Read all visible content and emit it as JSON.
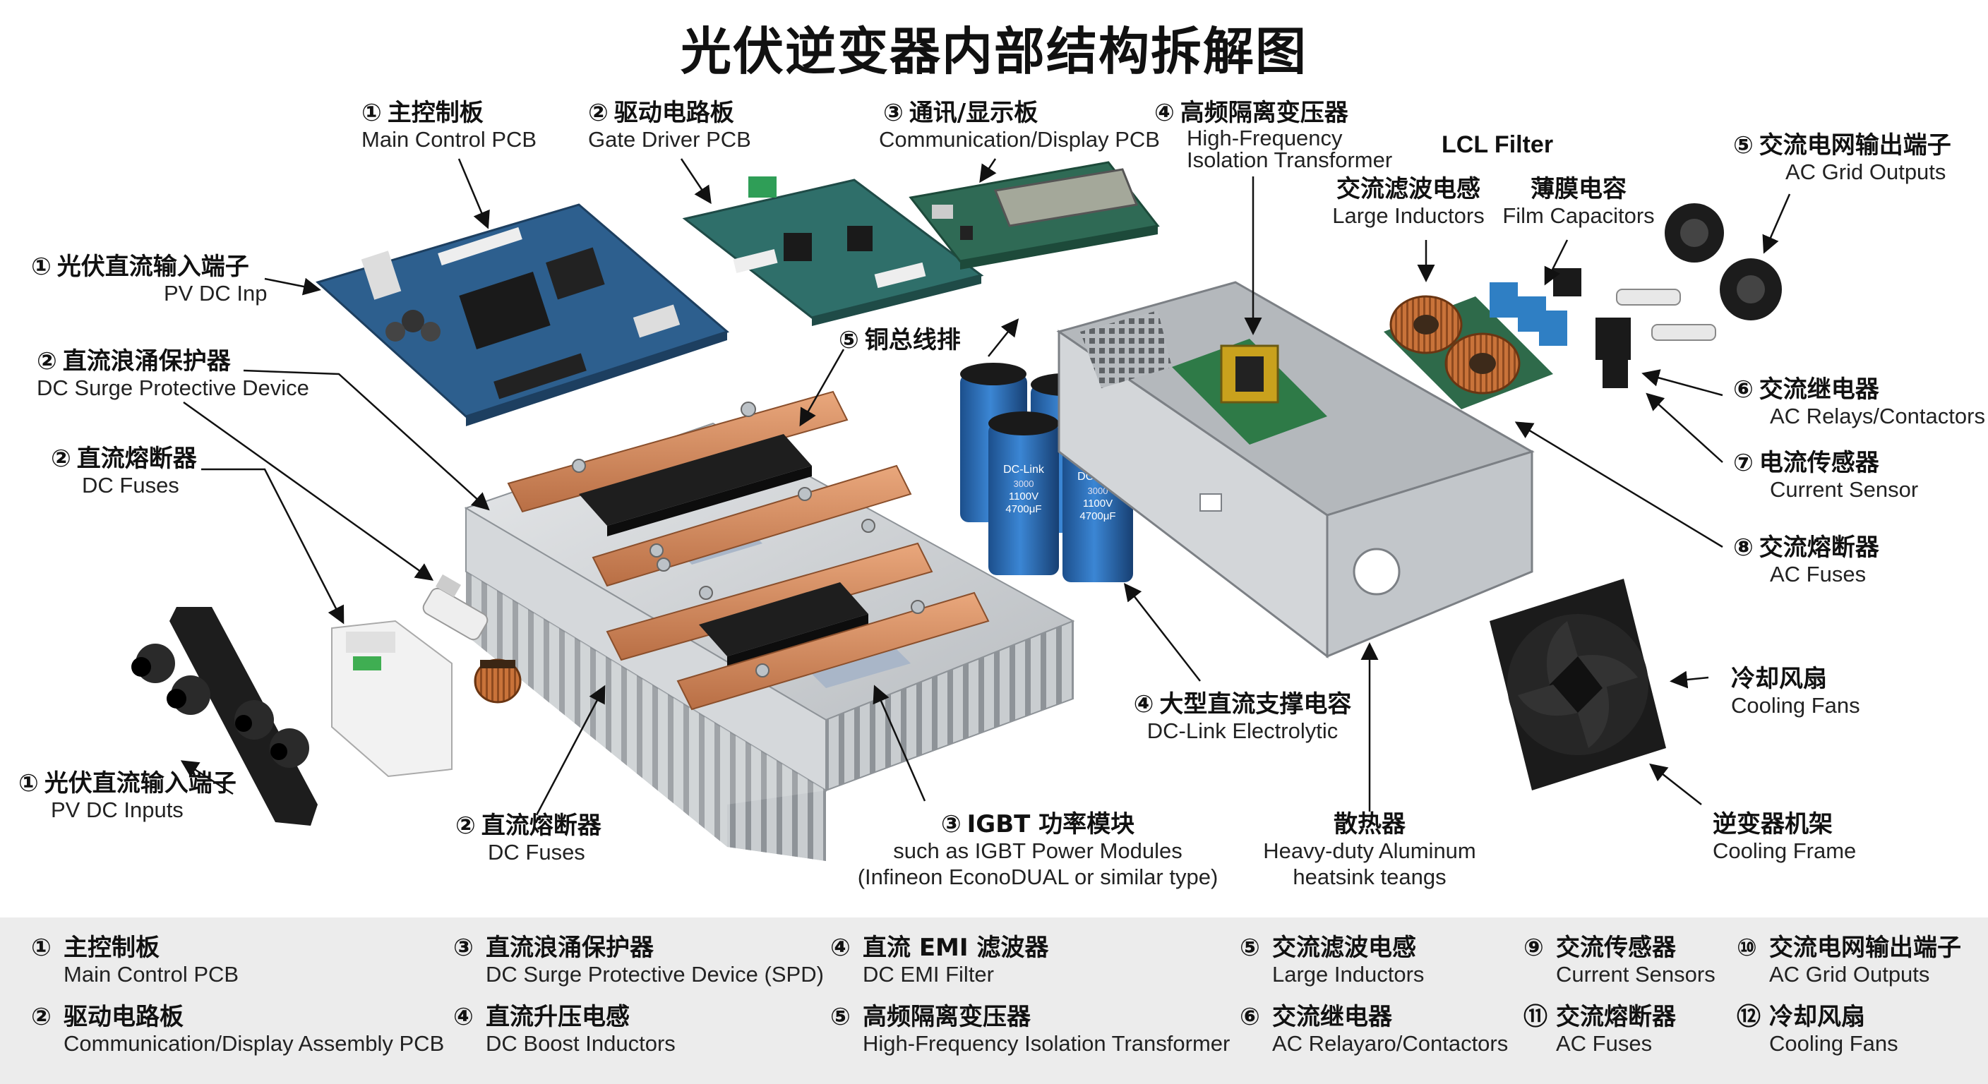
{
  "title": "光伏逆变器内部结构拆解图",
  "labels": {
    "main_control": {
      "num": "①",
      "zh": "主控制板",
      "en": "Main Control PCB"
    },
    "gate_driver": {
      "num": "②",
      "zh": "驱动电路板",
      "en": "Gate Driver PCB"
    },
    "comm_display": {
      "num": "③",
      "zh": "通讯/显示板",
      "en": "Communication/Display PCB"
    },
    "hf_transformer": {
      "num": "④",
      "zh": "高频隔离变压器",
      "en1": "High-Frequency",
      "en2": "Isolation Transformer"
    },
    "lcl_filter": "LCL Filter",
    "ac_inductors": {
      "zh": "交流滤波电感",
      "en": "Large Inductors"
    },
    "film_caps": {
      "zh": "薄膜电容",
      "en": "Film Capacitors"
    },
    "ac_grid_out": {
      "num": "⑤",
      "zh": "交流电网输出端子",
      "en": "AC Grid Outputs"
    },
    "pv_dc_inp": {
      "num": "①",
      "zh": "光伏直流输入端子",
      "en": "PV DC Inp"
    },
    "dc_spd": {
      "num": "②",
      "zh": "直流浪涌保护器",
      "en": "DC Surge Protective Device"
    },
    "dc_fuses_left": {
      "num": "②",
      "zh": "直流熔断器",
      "en": "DC Fuses"
    },
    "busbar": {
      "num": "⑤",
      "zh": "铜总线排"
    },
    "ac_relays": {
      "num": "⑥",
      "zh": "交流继电器",
      "en": "AC Relays/Contactors"
    },
    "current_sensor": {
      "num": "⑦",
      "zh": "电流传感器",
      "en": "Current Sensor"
    },
    "ac_fuses": {
      "num": "⑧",
      "zh": "交流熔断器",
      "en": "AC Fuses"
    },
    "cooling_fans": {
      "zh": "冷却风扇",
      "en": "Cooling Fans"
    },
    "cooling_frame": {
      "zh": "逆变器机架",
      "en": "Cooling Frame"
    },
    "heatsink": {
      "zh": "散热器",
      "en1": "Heavy-duty Aluminum",
      "en2": "heatsink teangs"
    },
    "igbt": {
      "num": "③",
      "zh": "IGBT 功率模块",
      "en1": "such as IGBT Power Modules",
      "en2": "(Infineon EconoDUAL or similar type)"
    },
    "dc_link": {
      "num": "④",
      "zh": "大型直流支撑电容",
      "en": "DC-Link Electrolytic"
    },
    "dc_fuses_bottom": {
      "num": "②",
      "zh": "直流熔断器",
      "en": "DC Fuses"
    },
    "pv_dc_inputs": {
      "num": "①",
      "zh": "光伏直流输入端子",
      "en": "PV DC Inputs"
    }
  },
  "capacitor_text": {
    "line1": "DC-Link",
    "line2": "3000",
    "line3": "1100V",
    "line4": "4700μF"
  },
  "legend": [
    {
      "num": "①",
      "zh": "主控制板",
      "en": "Main Control PCB"
    },
    {
      "num": "②",
      "zh": "驱动电路板",
      "en": "Communication/Display Assembly PCB"
    },
    {
      "num": "③",
      "zh": "直流浪涌保护器",
      "en": "DC Surge Protective Device (SPD)"
    },
    {
      "num": "④",
      "zh": "直流升压电感",
      "en": "DC Boost Inductors"
    },
    {
      "num": "④",
      "zh": "直流 EMI 滤波器",
      "en": "DC EMI Filter"
    },
    {
      "num": "⑤",
      "zh": "高频隔离变压器",
      "en": "High-Frequency Isolation Transformer"
    },
    {
      "num": "⑤",
      "zh": "交流滤波电感",
      "en": "Large Inductors"
    },
    {
      "num": "⑥",
      "zh": "交流继电器",
      "en": "AC Relayaro/Contactors"
    },
    {
      "num": "⑨",
      "zh": "交流传感器",
      "en": "Current Sensors"
    },
    {
      "num": "⑪",
      "zh": "交流熔断器",
      "en": "AC Fuses"
    },
    {
      "num": "⑩",
      "zh": "交流电网输出端子",
      "en": "AC Grid Outputs"
    },
    {
      "num": "⑫",
      "zh": "冷却风扇",
      "en": "Cooling Fans"
    }
  ],
  "colors": {
    "pcb_blue": "#2d5f8e",
    "pcb_teal": "#2f6f6a",
    "copper": "#d08a5f",
    "aluminum": "#cfd3d6",
    "cap_blue": "#2a6db5",
    "legend_bg": "#ececec"
  }
}
